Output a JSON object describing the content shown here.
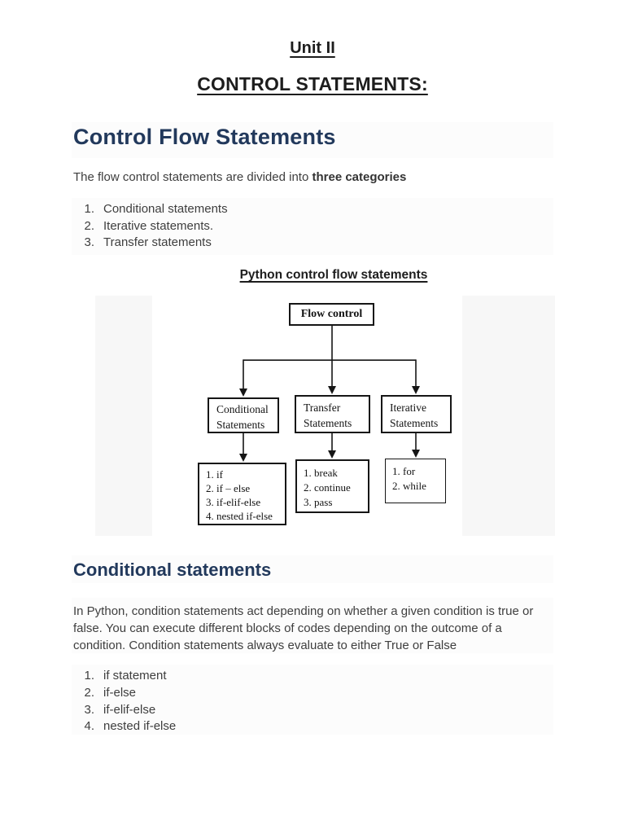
{
  "colors": {
    "heading_navy": "#22395c",
    "body_text": "#3e3e3e",
    "title_black": "#1d1d1d",
    "diagram_ink": "#161616",
    "page_background": "#ffffff"
  },
  "titles": {
    "unit": "Unit II",
    "section": "CONTROL STATEMENTS:"
  },
  "main_heading": "Control Flow Statements",
  "intro": {
    "regular": "The flow control statements are divided into ",
    "bold": "three categories"
  },
  "category_list": [
    {
      "num": "1.",
      "label": "Conditional statements"
    },
    {
      "num": "2.",
      "label": "Iterative statements."
    },
    {
      "num": "3.",
      "label": "Transfer statements"
    }
  ],
  "diagram": {
    "caption": "Python control flow statements",
    "root_label": "Flow control",
    "branches": [
      {
        "title_line1": "Conditional",
        "title_line2": "Statements",
        "items": [
          "1. if",
          "2. if – else",
          "3. if-elif-else",
          "4. nested if-else"
        ]
      },
      {
        "title_line1": "Transfer",
        "title_line2": "Statements",
        "items": [
          "1. break",
          "2. continue",
          "3. pass"
        ]
      },
      {
        "title_line1": "Iterative",
        "title_line2": "Statements",
        "items": [
          "1. for",
          "2. while"
        ]
      }
    ]
  },
  "conditional_section": {
    "heading": "Conditional statements",
    "paragraph_lines": [
      "In Python, condition statements act depending on whether a given condition is true or",
      "false. You can execute different blocks of codes depending on the outcome of a",
      "condition. Condition statements always evaluate to either True or False"
    ],
    "list": [
      {
        "num": "1.",
        "label": "if statement"
      },
      {
        "num": "2.",
        "label": "if-else"
      },
      {
        "num": "3.",
        "label": "if-elif-else"
      },
      {
        "num": "4.",
        "label": "nested if-else"
      }
    ]
  }
}
